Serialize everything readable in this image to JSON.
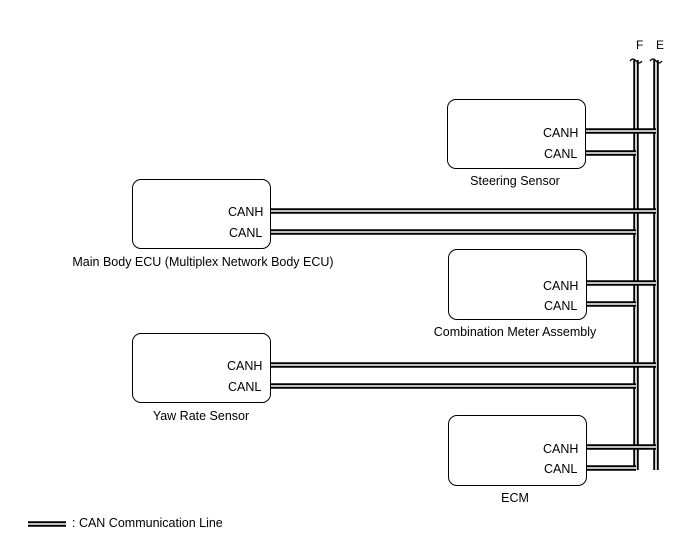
{
  "bus": {
    "left_label": "F",
    "right_label": "E"
  },
  "modules": {
    "steering_sensor": {
      "name": "Steering Sensor",
      "pin_high": "CANH",
      "pin_low": "CANL"
    },
    "main_body_ecu": {
      "name": "Main Body ECU (Multiplex Network Body ECU)",
      "pin_high": "CANH",
      "pin_low": "CANL"
    },
    "combination_meter": {
      "name": "Combination Meter Assembly",
      "pin_high": "CANH",
      "pin_low": "CANL"
    },
    "yaw_rate_sensor": {
      "name": "Yaw Rate Sensor",
      "pin_high": "CANH",
      "pin_low": "CANL"
    },
    "ecm": {
      "name": "ECM",
      "pin_high": "CANH",
      "pin_low": "CANL"
    }
  },
  "legend": {
    "text": ": CAN Communication Line"
  }
}
